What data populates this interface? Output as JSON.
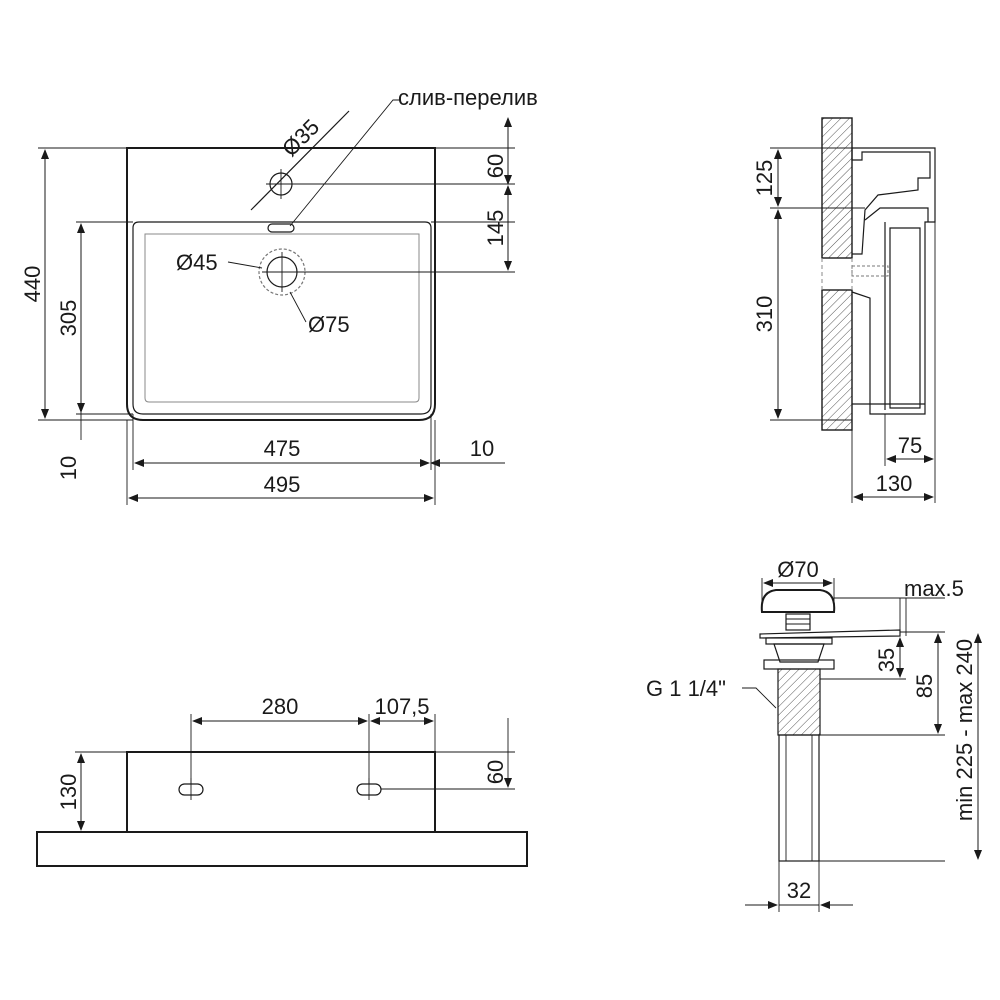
{
  "top_view": {
    "overflow_label": "слив-перелив",
    "dia_overflow": "Ø35",
    "dia_drain": "Ø45",
    "dia_drain_outer": "Ø75",
    "dim_total_depth": "440",
    "dim_bowl_depth": "305",
    "dim_bottom_offset": "10",
    "dim_top_60": "60",
    "dim_145": "145",
    "dim_bowl_width": "475",
    "dim_side_10": "10",
    "dim_total_width": "495"
  },
  "side_view": {
    "dim_125": "125",
    "dim_310": "310",
    "dim_75": "75",
    "dim_130": "130"
  },
  "front_view": {
    "dim_280": "280",
    "dim_107_5": "107,5",
    "dim_130": "130",
    "dim_60": "60"
  },
  "drain_view": {
    "dia_cap": "Ø70",
    "max_5": "max.5",
    "thread_label": "G 1 1/4\"",
    "dim_35": "35",
    "dim_85": "85",
    "dim_range": "min 225 - max 240",
    "dim_32": "32"
  }
}
